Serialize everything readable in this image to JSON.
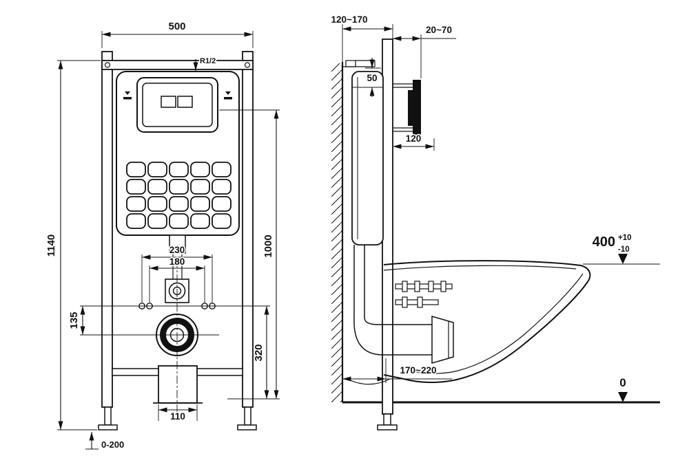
{
  "front_view": {
    "width": "500",
    "overall_height": "1140",
    "button_height": "1000",
    "outlet_span": "230",
    "bolt_span": "180",
    "axis_offset": "135",
    "outlet_height": "320",
    "duct_width": "110",
    "feet_range": "0-200",
    "inlet": "R1/2"
  },
  "side_view": {
    "frame_depth": "120~170",
    "wall_finish": "20~70",
    "bracket": "50",
    "plate_depth": "120",
    "rim_height": "400",
    "rim_plus": "+10",
    "rim_minus": "-10",
    "outlet_depth": "170~220",
    "floor": "0"
  },
  "colors": {
    "line": "#111111",
    "background": "#ffffff"
  }
}
